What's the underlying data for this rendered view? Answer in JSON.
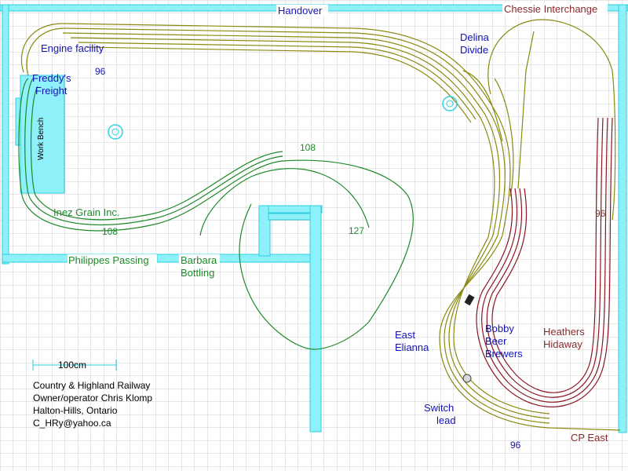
{
  "areas": {
    "handover": "Handover",
    "chessie": "Chessie Interchange",
    "delina_1": "Delina",
    "delina_2": "Divide",
    "engine": "Engine facility",
    "freddys_1": "Freddy's",
    "freddys_2": "Freight",
    "workbench": "Work Bench",
    "inez": "Inez Grain Inc.",
    "philippes": "Philippes Passing",
    "barbara_1": "Barbara",
    "barbara_2": "Bottling",
    "east_1": "East",
    "east_2": "Elianna",
    "bobby_1": "Bobby",
    "bobby_2": "Beer",
    "bobby_3": "Brewers",
    "heathers_1": "Heathers",
    "heathers_2": "Hidaway",
    "switch_1": "Switch",
    "switch_2": "lead",
    "cp_east": "CP East"
  },
  "radii": {
    "r96_top": "96",
    "r96_right": "96",
    "r96_bottom": "96",
    "r108_top": "108",
    "r108_bottom": "108",
    "r127": "127"
  },
  "scale": {
    "label": "100cm"
  },
  "info": {
    "line1": "Country & Highland Railway",
    "line2": "Owner/operator Chris Klomp",
    "line3": "Halton-Hills, Ontario",
    "line4": "C_HRy@yahoo.ca"
  },
  "colors": {
    "grid": "#c8c8c8",
    "wall": "#8ef0f8",
    "wall_edge": "#2ccfe0",
    "olive_track": "#8a8a10",
    "green_track": "#1e8a2a",
    "red_track": "#8a1620",
    "blue_text": "#1414b4",
    "green_text": "#1e8a2a",
    "red_text": "#8a2a2a"
  }
}
